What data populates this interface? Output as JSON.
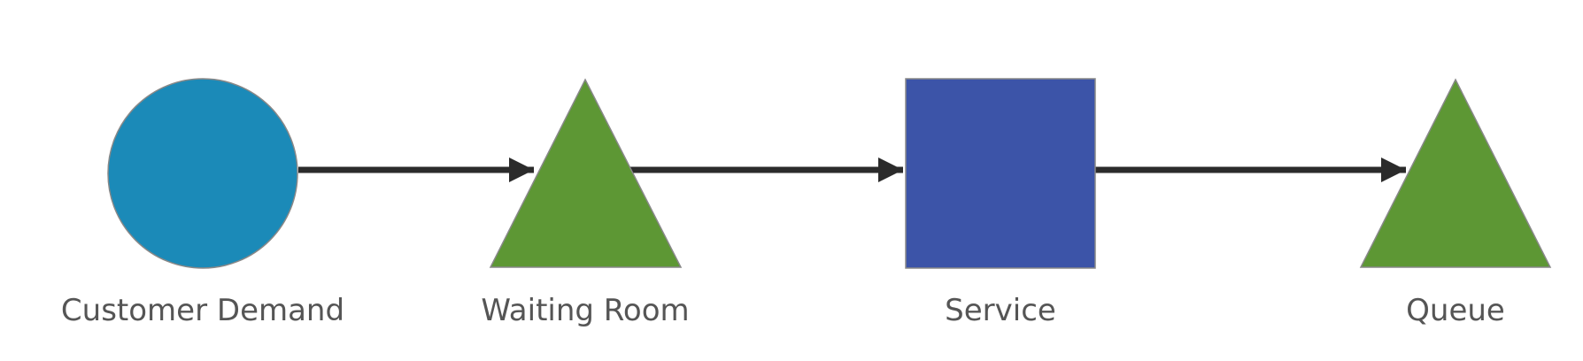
{
  "diagram": {
    "nodes": [
      {
        "id": "customer-demand",
        "shape": "circle",
        "color": "#1b8ab8",
        "label": "Customer Demand"
      },
      {
        "id": "waiting-room",
        "shape": "triangle",
        "color": "#5d9734",
        "label": "Waiting Room"
      },
      {
        "id": "service",
        "shape": "square",
        "color": "#3c54a8",
        "label": "Service"
      },
      {
        "id": "queue",
        "shape": "triangle",
        "color": "#5d9734",
        "label": "Queue"
      }
    ],
    "edges": [
      {
        "from": "customer-demand",
        "to": "waiting-room"
      },
      {
        "from": "waiting-room",
        "to": "service"
      },
      {
        "from": "service",
        "to": "queue"
      }
    ],
    "edge_color": "#2b2b2b",
    "outline_color": "#888888"
  }
}
